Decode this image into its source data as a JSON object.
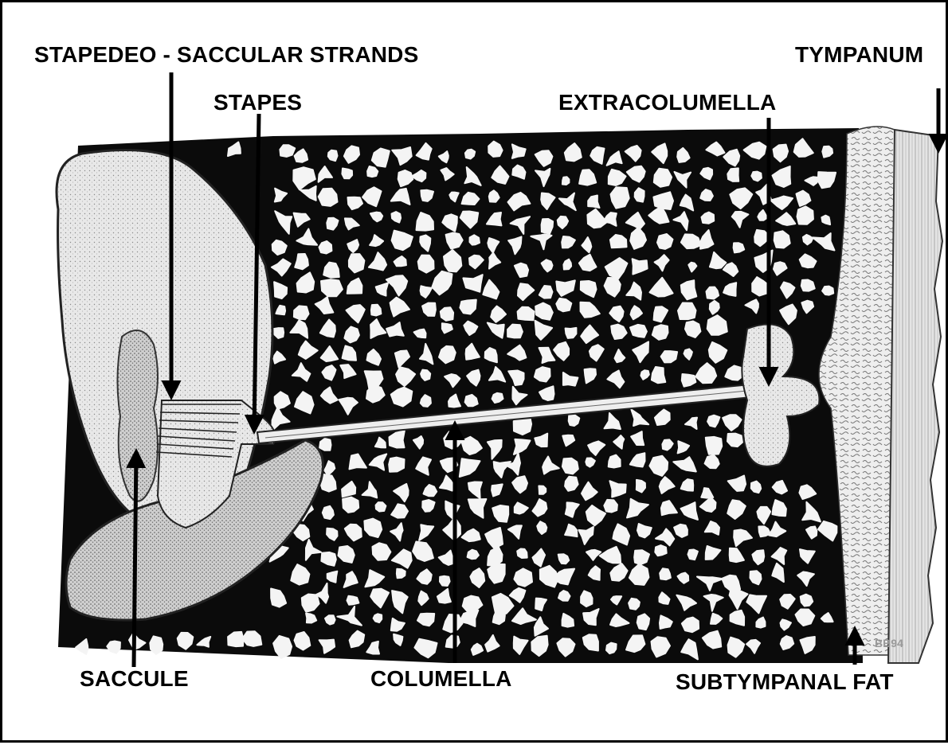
{
  "labels": {
    "stapedeo_saccular": "STAPEDEO - SACCULAR STRANDS",
    "stapes": "STAPES",
    "extracolumella": "EXTRACOLUMELLA",
    "tympanum": "TYMPANUM",
    "saccule": "SACCULE",
    "columella": "COLUMELLA",
    "subtympanal_fat": "SUBTYMPANAL FAT"
  },
  "artist_signature": "BB94",
  "colors": {
    "ink": "#000000",
    "bone_black": "#0b0b0b",
    "tissue": "#e6e6e6",
    "tissue_light": "#f1f1f1",
    "fat": "#dcdcdc"
  }
}
